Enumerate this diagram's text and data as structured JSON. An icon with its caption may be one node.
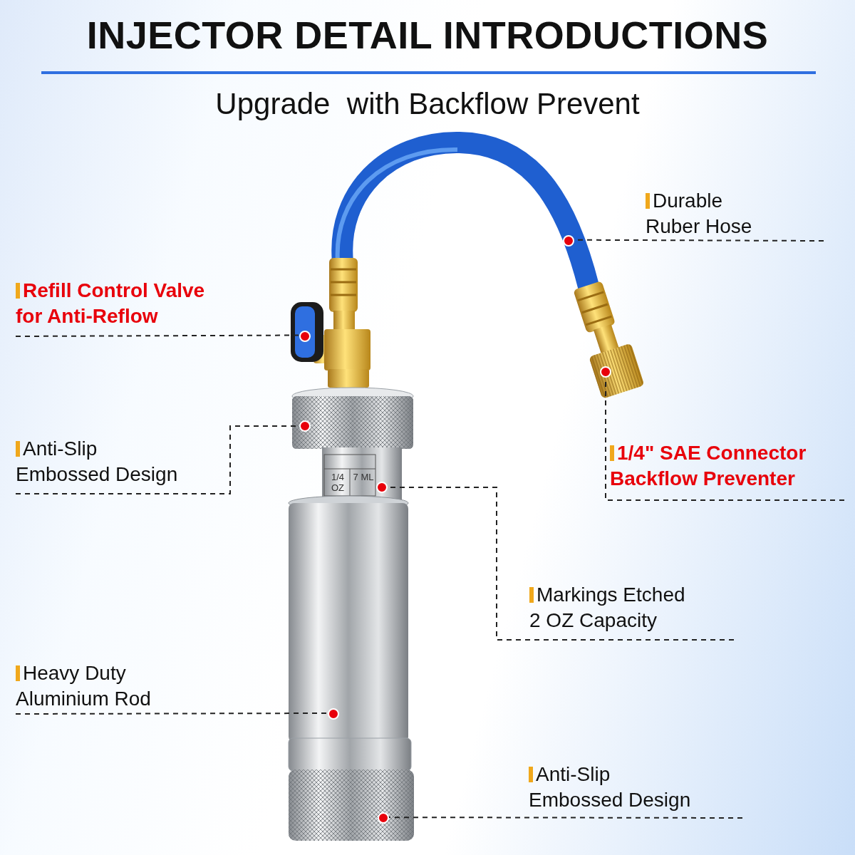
{
  "diagram": {
    "title": "INJECTOR DETAIL INTRODUCTIONS",
    "nodes": [
      {
        "text": [
          "Durable Ruber Hose"
        ]
      },
      {
        "text": [
          "Refill Control Valve for Anti-Reflow"
        ]
      },
      {
        "text": [
          "Anti-Slip Embossed Design"
        ]
      },
      {
        "text": [
          "1/4\" SAE Connector Backflow Preventer"
        ]
      },
      {
        "text": [
          "Markings Etched 2 OZ Capacity"
        ]
      },
      {
        "text": [
          "Heavy Duty Aluminium Rod"
        ]
      },
      {
        "text": [
          "Anti-Slip Embossed Design"
        ]
      },
      {
        "text": [],
        "shape": "circle"
      },
      {
        "text": [],
        "shape": "circle"
      },
      {
        "text": [],
        "shape": "circle"
      },
      {
        "text": [],
        "shape": "circle"
      },
      {
        "text": [],
        "shape": "circle"
      },
      {
        "text": [],
        "shape": "circle"
      },
      {
        "text": [],
        "shape": "circle"
      }
    ],
    "edges": [
      {
        "from": 0,
        "to": 7,
        "arrow": "none"
      },
      {
        "from": 1,
        "to": 8,
        "arrow": "none"
      },
      {
        "from": 2,
        "to": 9,
        "arrow": "none"
      },
      {
        "from": 3,
        "to": 10,
        "arrow": "none"
      },
      {
        "from": 4,
        "to": 11,
        "arrow": "none"
      },
      {
        "from": 5,
        "to": 12,
        "arrow": "none"
      },
      {
        "from": 6,
        "to": 13,
        "arrow": "none"
      }
    ],
    "labels": [
      "Upgrade  with Backflow Prevent",
      "1/4 OZ",
      "7 ML"
    ]
  }
}
